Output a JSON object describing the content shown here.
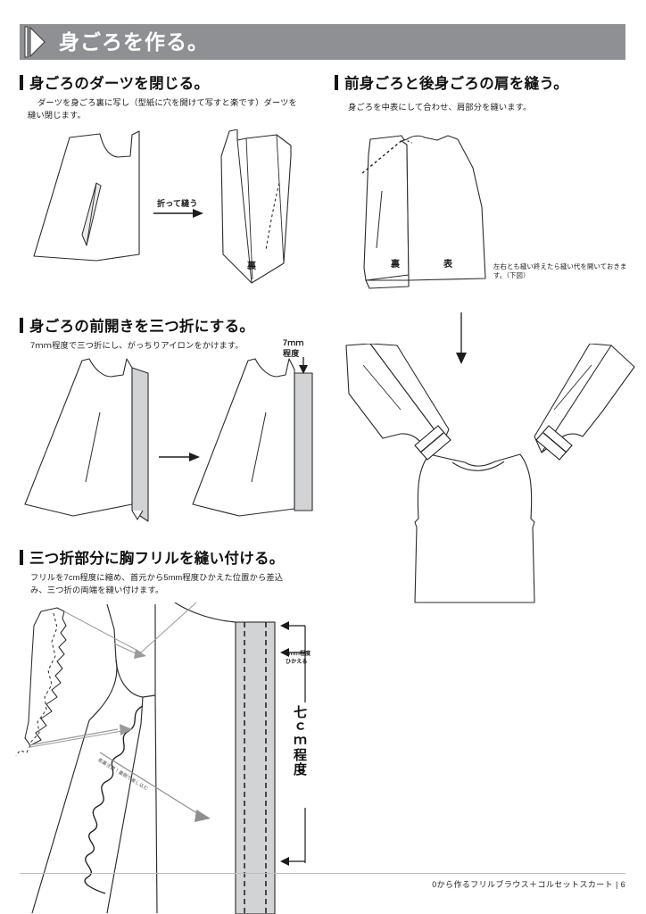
{
  "document": {
    "banner_title": "身ごろを作る。",
    "banner_color": "#8e9094",
    "banner_icon": "white-arrow-bullet-icon",
    "footer_text": "0から作るフリルブラウス＋コルセットスカート | 6",
    "page_number": "6"
  },
  "sections": [
    {
      "id": "close-darts",
      "heading": "身ごろのダーツを閉じる。",
      "body": "ダーツを身ごろ裏に写し（型紙に穴を開けて写すと楽です）ダーツを縫い閉じます。",
      "labels": {
        "fold_and_sew": "折って縫う",
        "wrong_side": "裏"
      }
    },
    {
      "id": "sew-shoulders",
      "heading": "前身ごろと後身ごろの肩を縫う。",
      "body": "身ごろを中表にして合わせ、肩部分を縫います。",
      "labels": {
        "wrong_side": "裏",
        "right_side": "表",
        "note": "左右とも縫い終えたら縫い代を開いておきます。（下図）"
      }
    },
    {
      "id": "triple-fold-front",
      "heading": "身ごろの前開きを三つ折にする。",
      "body": "7ｍｍ程度で三つ折にし、がっちりアイロンをかけます。",
      "labels": {
        "measure_value": "7ｍｍ",
        "measure_word": "程度"
      }
    },
    {
      "id": "attach-chest-frill",
      "heading": "三つ折部分に胸フリルを縫い付ける。",
      "body": "フリルを7cm程度に縮め、首元から5mm程度ひかえた位置から差込み、三つ折の両端を縫い付けます。",
      "labels": {
        "offset_value": "5ｍｍ程度",
        "offset_word": "ひかえる",
        "length_vertical": "七ｃｍ程度",
        "caution": "表裏注意！裏側で差し込む"
      }
    }
  ],
  "colors": {
    "ink": "#1b1b1b",
    "line": "#2b2b2b",
    "fold_gray": "#d2d3d5",
    "leader_gray": "#9a9a9a",
    "rule_gray": "#bdbdbd"
  }
}
